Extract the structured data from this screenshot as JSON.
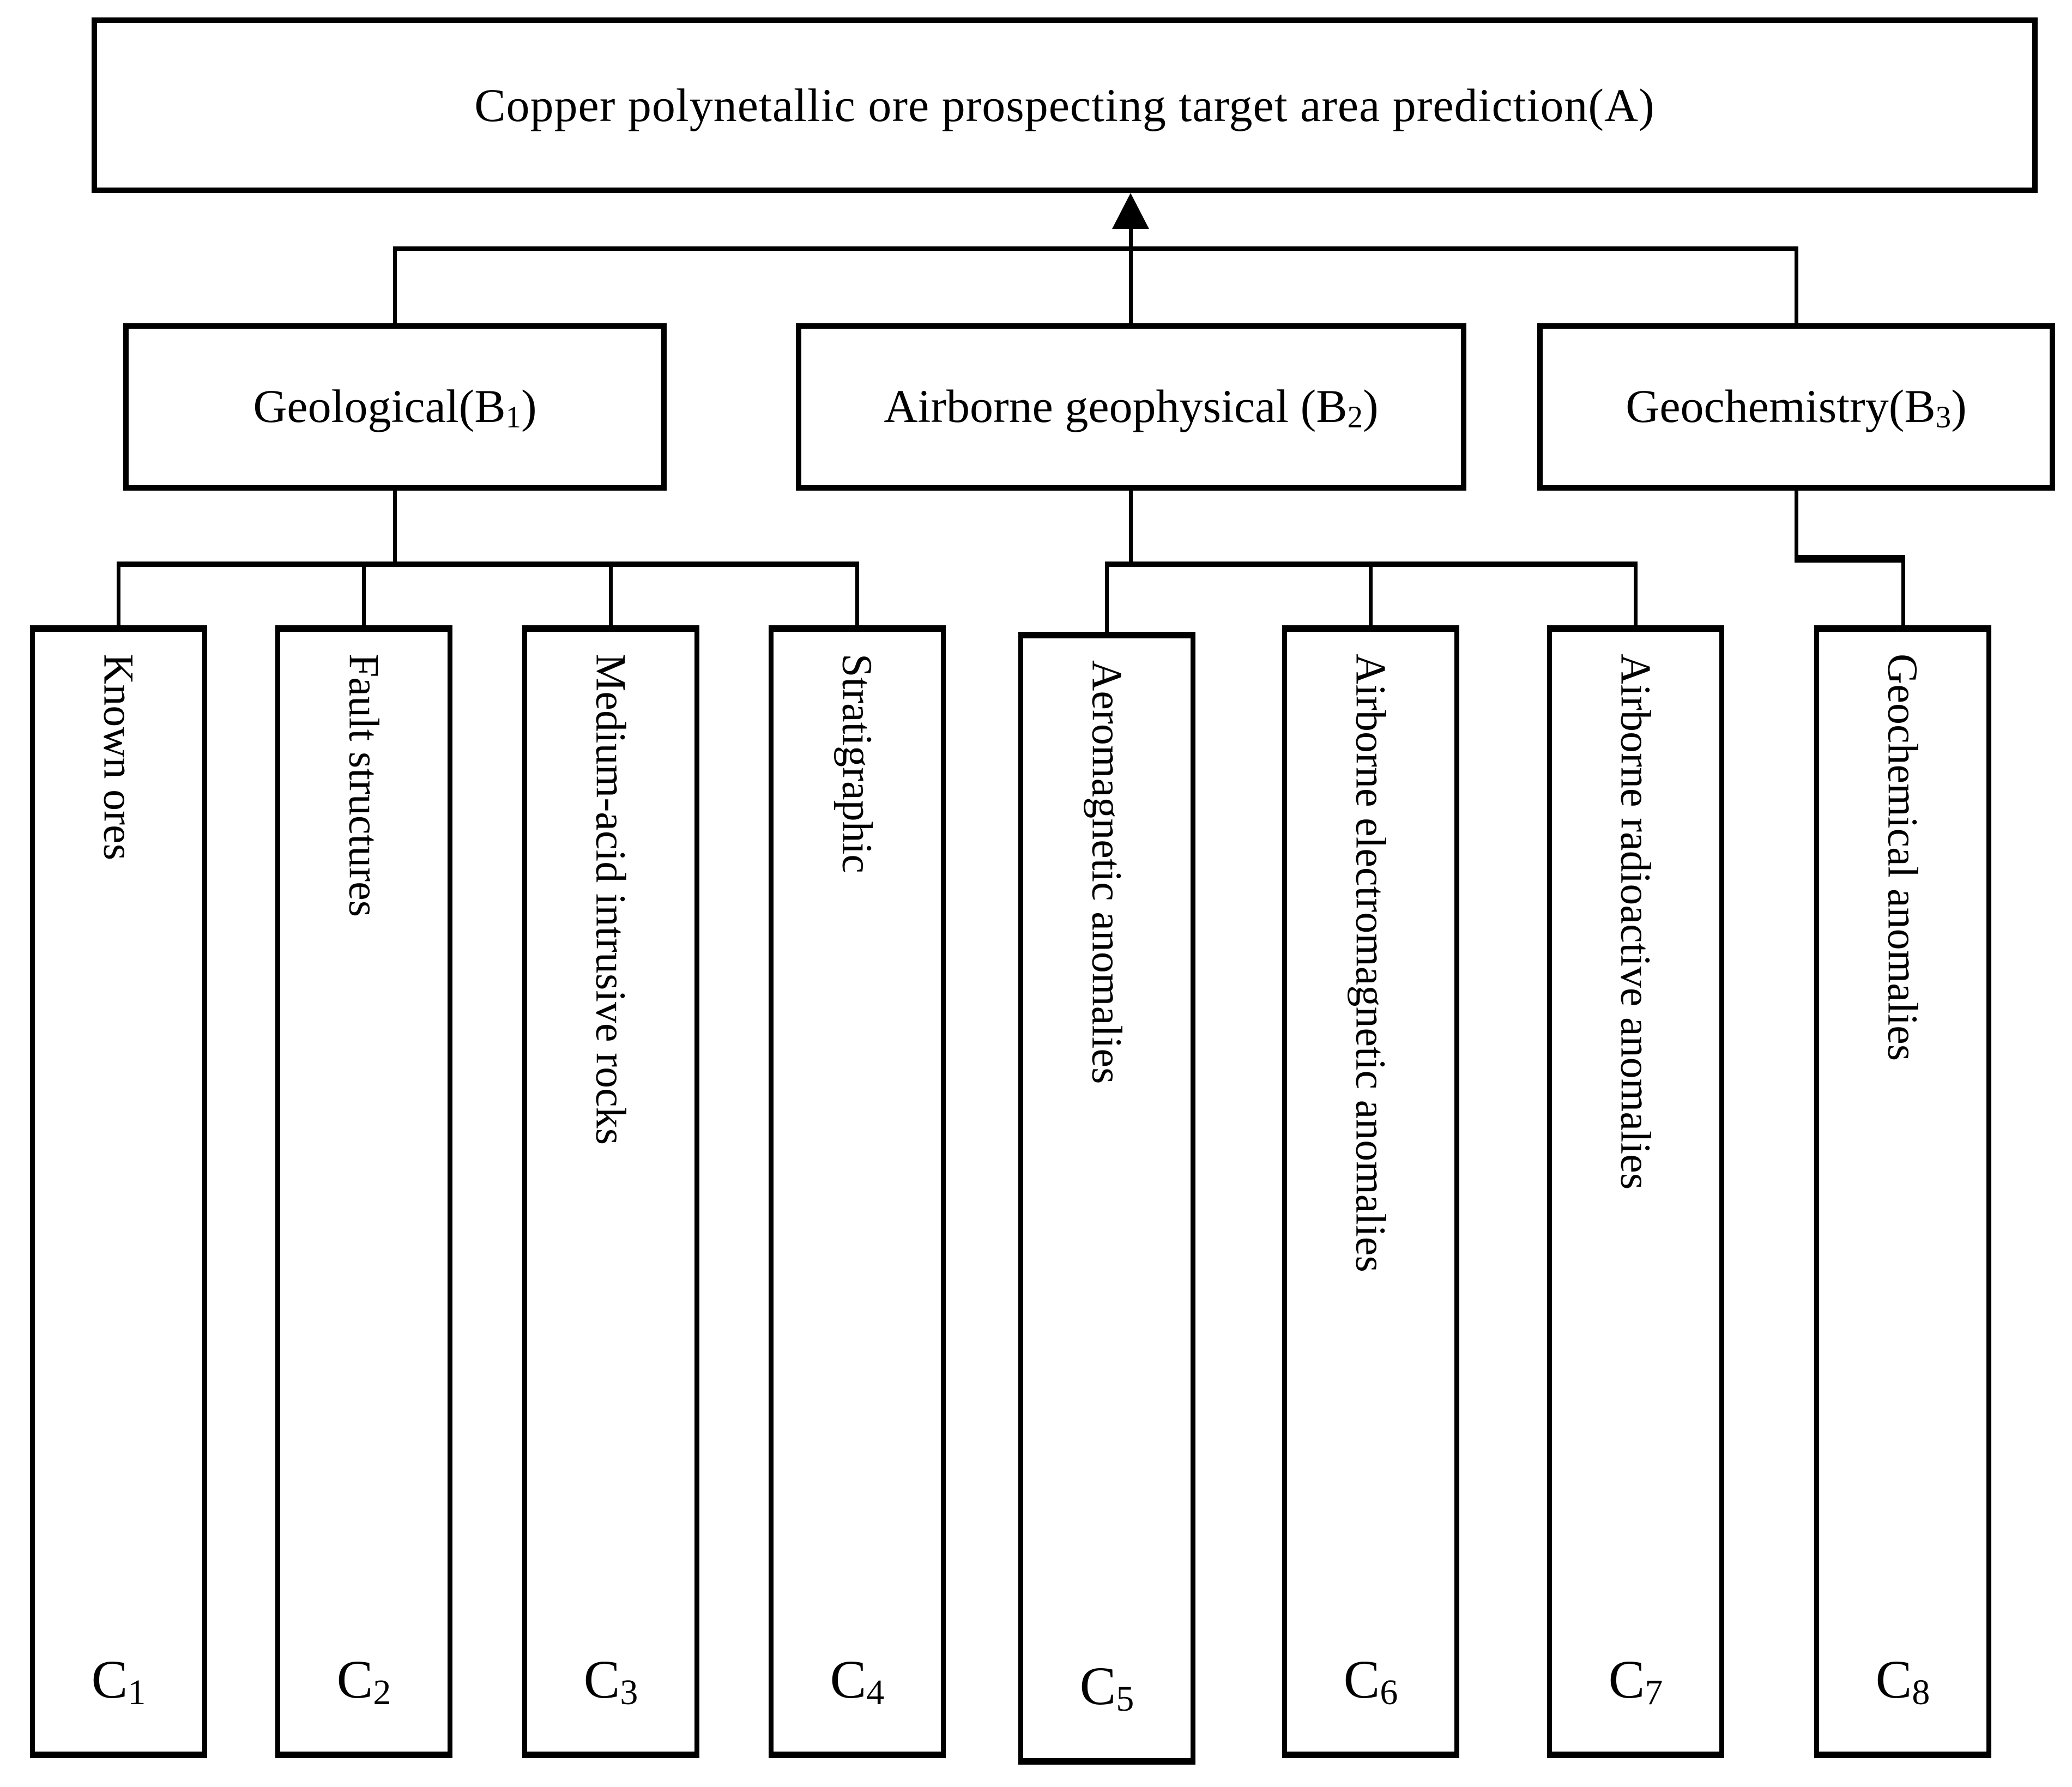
{
  "colors": {
    "background": "#ffffff",
    "line": "#000000",
    "text": "#000000"
  },
  "root": {
    "id": "A",
    "label": "Copper polynetallic ore prospecting target area prediction(A)"
  },
  "b_nodes": [
    {
      "id": "B1",
      "prefix": "Geological(B",
      "sub": "1",
      "suffix": ")"
    },
    {
      "id": "B2",
      "prefix": "Airborne geophysical (B",
      "sub": "2",
      "suffix": ")"
    },
    {
      "id": "B3",
      "prefix": "Geochemistry(B",
      "sub": "3",
      "suffix": ")"
    }
  ],
  "c_nodes": [
    {
      "id": "C1",
      "text": "Known ores",
      "label_base": "C",
      "label_sub": "1"
    },
    {
      "id": "C2",
      "text": "Fault structures",
      "label_base": "C",
      "label_sub": "2"
    },
    {
      "id": "C3",
      "text": "Medium-acid intrusive rocks",
      "label_base": "C",
      "label_sub": "3"
    },
    {
      "id": "C4",
      "text": "Stratigraphic",
      "label_base": "C",
      "label_sub": "4"
    },
    {
      "id": "C5",
      "text": "Aeromagnetic anomalies",
      "label_base": "C",
      "label_sub": "5"
    },
    {
      "id": "C6",
      "text": "Airborne electromagnetic anomalies",
      "label_base": "C",
      "label_sub": "6"
    },
    {
      "id": "C7",
      "text": "Airborne radioactive anomalies",
      "label_base": "C",
      "label_sub": "7"
    },
    {
      "id": "C8",
      "text": "Geochemical anomalies",
      "label_base": "C",
      "label_sub": "8"
    }
  ],
  "edges": [
    {
      "from": "B-group",
      "to": "A",
      "arrow": true
    },
    {
      "from": "B1",
      "to": "C1"
    },
    {
      "from": "B1",
      "to": "C2"
    },
    {
      "from": "B1",
      "to": "C3"
    },
    {
      "from": "B1",
      "to": "C4"
    },
    {
      "from": "B2",
      "to": "C5"
    },
    {
      "from": "B2",
      "to": "C6"
    },
    {
      "from": "B2",
      "to": "C7"
    },
    {
      "from": "B3",
      "to": "C8"
    }
  ]
}
